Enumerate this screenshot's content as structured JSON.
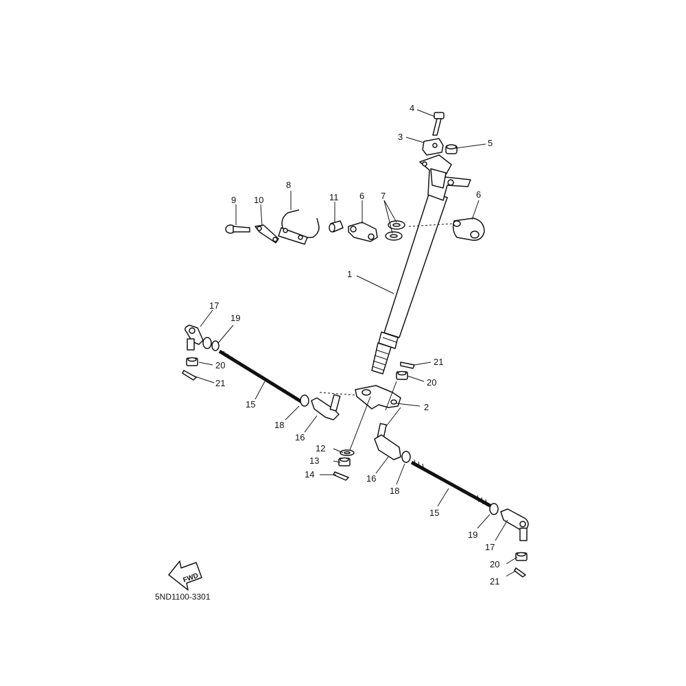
{
  "diagram": {
    "callouts": {
      "c1": "1",
      "c2": "2",
      "c3": "3",
      "c4": "4",
      "c5": "5",
      "c6": "6",
      "c7": "7",
      "c8": "8",
      "c9": "9",
      "c10": "10",
      "c11": "11",
      "c12": "12",
      "c13": "13",
      "c14": "14",
      "c15": "15",
      "c16": "16",
      "c17": "17",
      "c18": "18",
      "c19": "19",
      "c20": "20",
      "c21": "21"
    },
    "fwd_label": "FWD",
    "drawing_code": "5ND1100-3301"
  }
}
